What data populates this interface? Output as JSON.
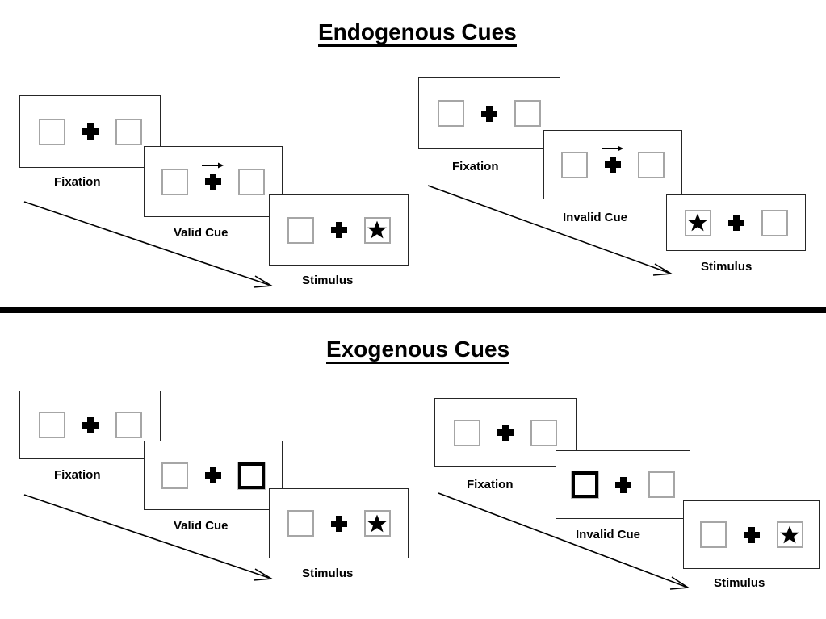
{
  "sections": [
    {
      "id": "endogenous",
      "title": "Endogenous Cues",
      "trials": [
        {
          "id": "endogenous-valid",
          "cue_label": "Valid Cue",
          "steps": [
            {
              "name": "fixation",
              "label": "Fixation",
              "left_box": "empty",
              "right_box": "empty",
              "cue": "none"
            },
            {
              "name": "cue",
              "label": "Valid Cue",
              "left_box": "empty",
              "right_box": "empty",
              "cue": "arrow-right"
            },
            {
              "name": "stimulus",
              "label": "Stimulus",
              "left_box": "empty",
              "right_box": "star",
              "cue": "none"
            }
          ]
        },
        {
          "id": "endogenous-invalid",
          "cue_label": "Invalid Cue",
          "steps": [
            {
              "name": "fixation",
              "label": "Fixation",
              "left_box": "empty",
              "right_box": "empty",
              "cue": "none"
            },
            {
              "name": "cue",
              "label": "Invalid Cue",
              "left_box": "empty",
              "right_box": "empty",
              "cue": "arrow-right"
            },
            {
              "name": "stimulus",
              "label": "Stimulus",
              "left_box": "star",
              "right_box": "empty",
              "cue": "none"
            }
          ]
        }
      ]
    },
    {
      "id": "exogenous",
      "title": "Exogenous Cues",
      "trials": [
        {
          "id": "exogenous-valid",
          "cue_label": "Valid Cue",
          "steps": [
            {
              "name": "fixation",
              "label": "Fixation",
              "left_box": "empty",
              "right_box": "empty",
              "cue": "none"
            },
            {
              "name": "cue",
              "label": "Valid Cue",
              "left_box": "empty",
              "right_box": "highlighted",
              "cue": "none"
            },
            {
              "name": "stimulus",
              "label": "Stimulus",
              "left_box": "empty",
              "right_box": "star",
              "cue": "none"
            }
          ]
        },
        {
          "id": "exogenous-invalid",
          "cue_label": "Invalid Cue",
          "steps": [
            {
              "name": "fixation",
              "label": "Fixation",
              "left_box": "empty",
              "right_box": "empty",
              "cue": "none"
            },
            {
              "name": "cue",
              "label": "Invalid Cue",
              "left_box": "highlighted",
              "right_box": "empty",
              "cue": "none"
            },
            {
              "name": "stimulus",
              "label": "Stimulus",
              "left_box": "empty",
              "right_box": "star",
              "cue": "none"
            }
          ]
        }
      ]
    }
  ],
  "labels": {
    "endo_valid_fixation": "Fixation",
    "endo_valid_cue": "Valid Cue",
    "endo_valid_stimulus": "Stimulus",
    "endo_invalid_fixation": "Fixation",
    "endo_invalid_cue": "Invalid Cue",
    "endo_invalid_stimulus": "Stimulus",
    "exo_valid_fixation": "Fixation",
    "exo_valid_cue": "Valid Cue",
    "exo_valid_stimulus": "Stimulus",
    "exo_invalid_fixation": "Fixation",
    "exo_invalid_cue": "Invalid Cue",
    "exo_invalid_stimulus": "Stimulus"
  },
  "icons": {
    "fixation_cross": "plus-cross",
    "target": "star",
    "direction_cue": "arrow-right",
    "time_flow": "arrow-diagonal-down-right"
  },
  "colors": {
    "ink": "#000000",
    "panel_border": "#262626",
    "box_border": "#a6a6a6",
    "cued_box_border": "#000000",
    "background": "#ffffff"
  }
}
